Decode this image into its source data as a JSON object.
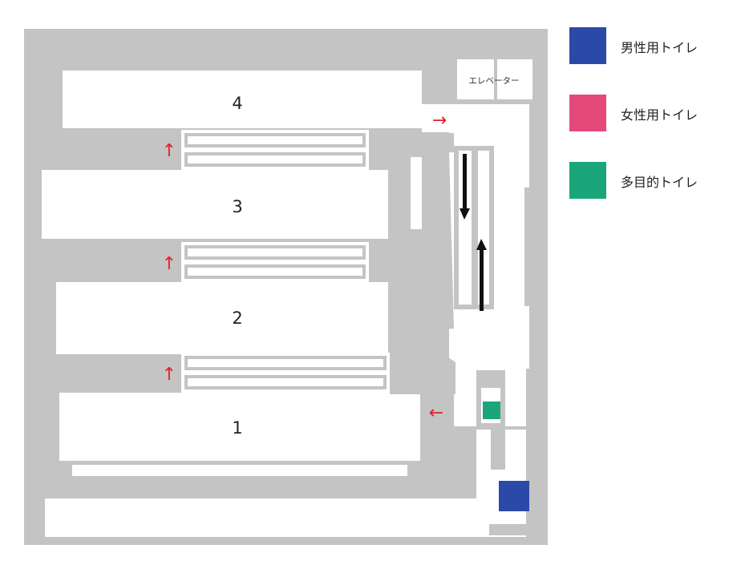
{
  "colors": {
    "wall": "#c4c4c4",
    "floor": "#ffffff",
    "arrow": "#e0202a",
    "escalator_arrow": "#111111",
    "mens_toilet": "#2b49a6",
    "womens_toilet": "#e34a7b",
    "multipurpose_toilet": "#1aa67a"
  },
  "areas": [
    {
      "number": "4"
    },
    {
      "number": "3"
    },
    {
      "number": "2"
    },
    {
      "number": "1"
    }
  ],
  "elevator": {
    "label": "エレベーター"
  },
  "arrows": {
    "up": "↑",
    "right": "→",
    "left": "←"
  },
  "legend": [
    {
      "label": "男性用トイレ",
      "icon": "mens-toilet-swatch"
    },
    {
      "label": "女性用トイレ",
      "icon": "womens-toilet-swatch"
    },
    {
      "label": "多目的トイレ",
      "icon": "multipurpose-toilet-swatch"
    }
  ]
}
